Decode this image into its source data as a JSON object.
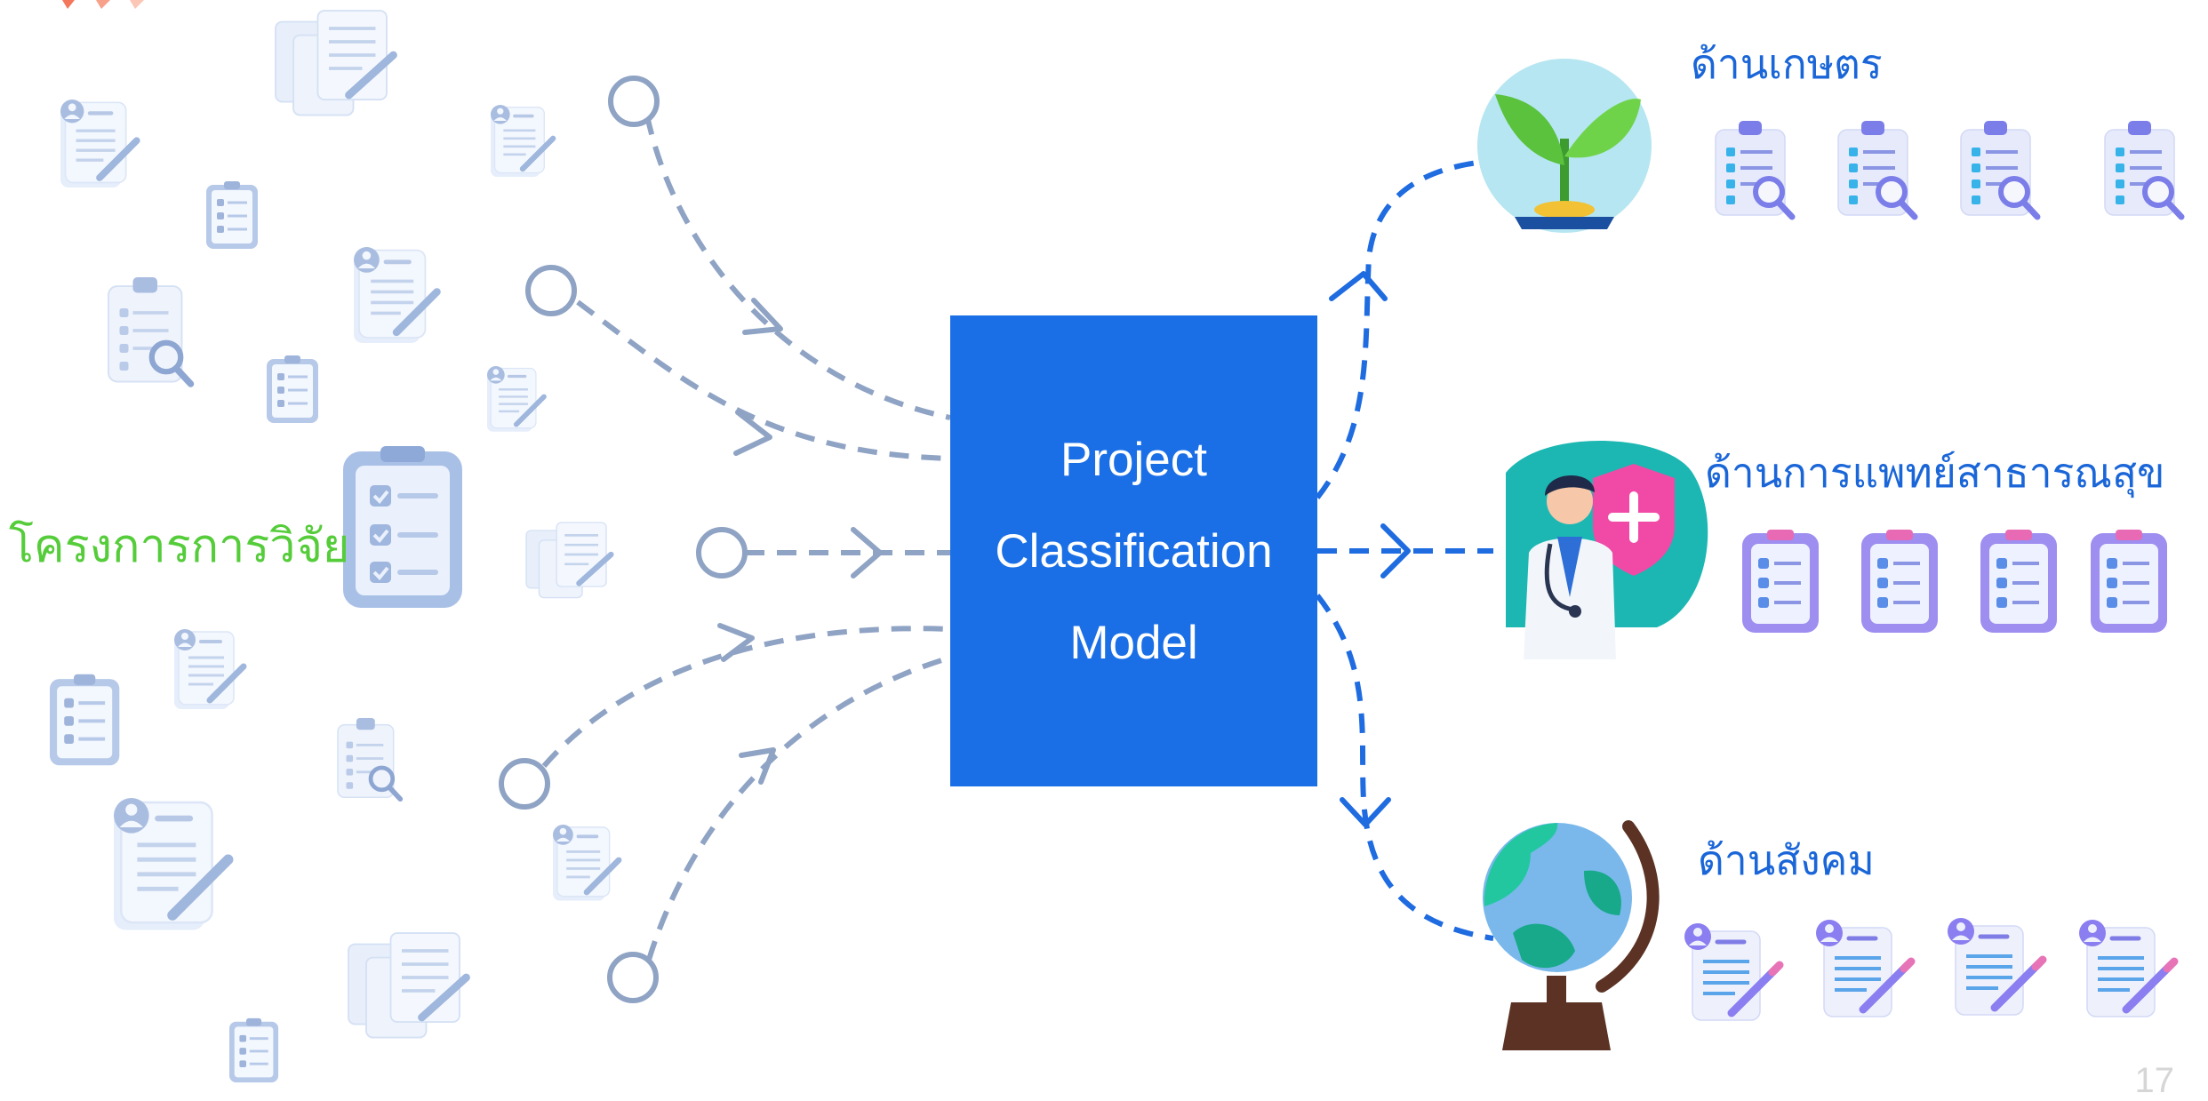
{
  "left": {
    "label": "โครงการการวิจัย"
  },
  "model": {
    "line1": "Project",
    "line2": "Classification",
    "line3": "Model"
  },
  "categories": [
    {
      "label": "ด้านเกษตร"
    },
    {
      "label": "ด้านการแพทย์สาธารณสุข"
    },
    {
      "label": "ด้านสังคม"
    }
  ],
  "page_number": "17",
  "colors": {
    "model_box": "#1a6fe6",
    "left_label": "#55cc3a",
    "category_label": "#1a66d8",
    "input_arrows": "#8fa3c4",
    "output_arrows": "#1f6be0"
  },
  "icons": {
    "left_documents": [
      "profile-document-icon",
      "clipboard-checklist-icon",
      "clipboard-search-icon",
      "stacked-documents-icon"
    ],
    "category_icons": [
      "plant-sprout-icon",
      "doctor-icon",
      "globe-icon"
    ],
    "category_items": [
      "clipboard-search-icon",
      "clipboard-checklist-icon",
      "profile-document-icon"
    ]
  }
}
